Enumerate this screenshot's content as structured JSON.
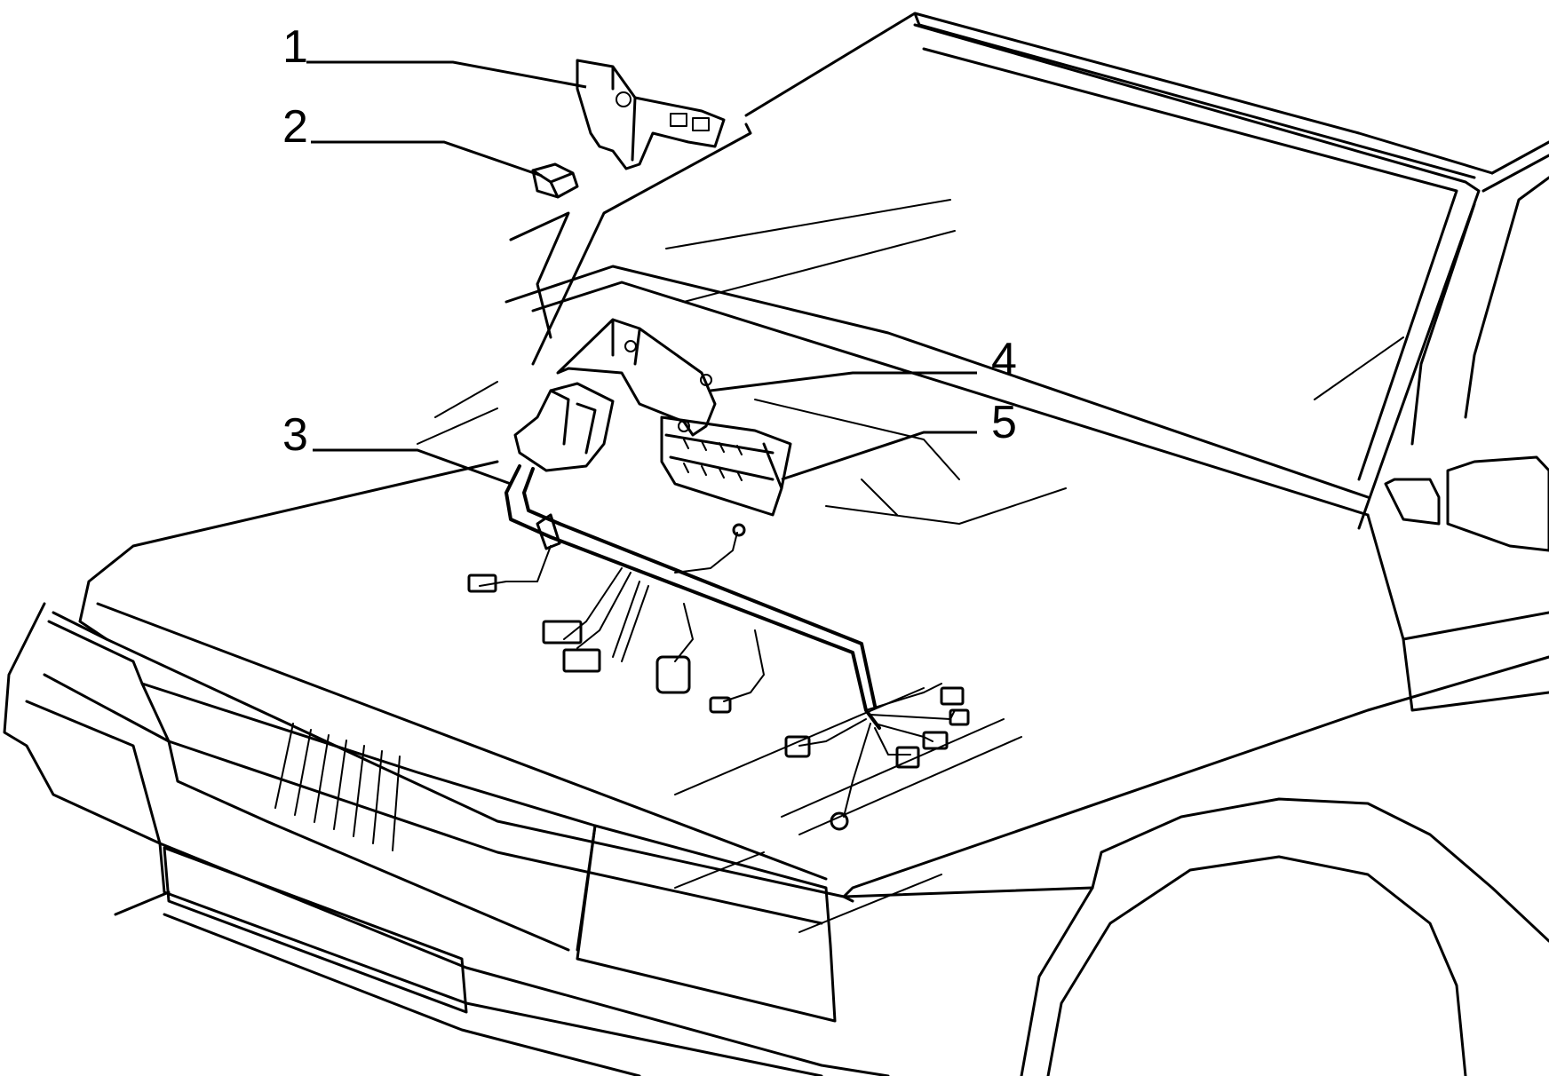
{
  "diagram": {
    "callouts": [
      {
        "id": "1",
        "label": "1"
      },
      {
        "id": "2",
        "label": "2"
      },
      {
        "id": "3",
        "label": "3"
      },
      {
        "id": "4",
        "label": "4"
      },
      {
        "id": "5",
        "label": "5"
      }
    ]
  },
  "colors": {
    "ink": "#000000",
    "paper": "#ffffff"
  }
}
